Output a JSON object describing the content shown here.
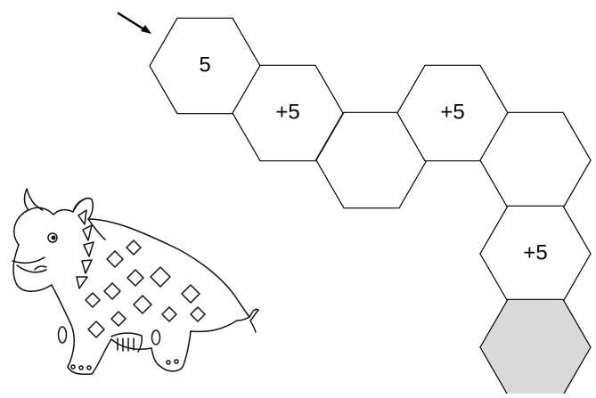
{
  "start_arrow_icon": "arrow-right-down-icon",
  "dinosaur_icon": "triceratops-line-drawing-icon",
  "colors": {
    "hex_fill": "#ffffff",
    "hex_stroke": "#000000",
    "target_hex_fill": "#d9d9d9"
  },
  "hex_path": [
    {
      "label": "5",
      "shaded": false
    },
    {
      "label": "+5",
      "shaded": false
    },
    {
      "label": "",
      "shaded": false
    },
    {
      "label": "+5",
      "shaded": false
    },
    {
      "label": "",
      "shaded": false
    },
    {
      "label": "+5",
      "shaded": false
    },
    {
      "label": "",
      "shaded": true
    }
  ]
}
